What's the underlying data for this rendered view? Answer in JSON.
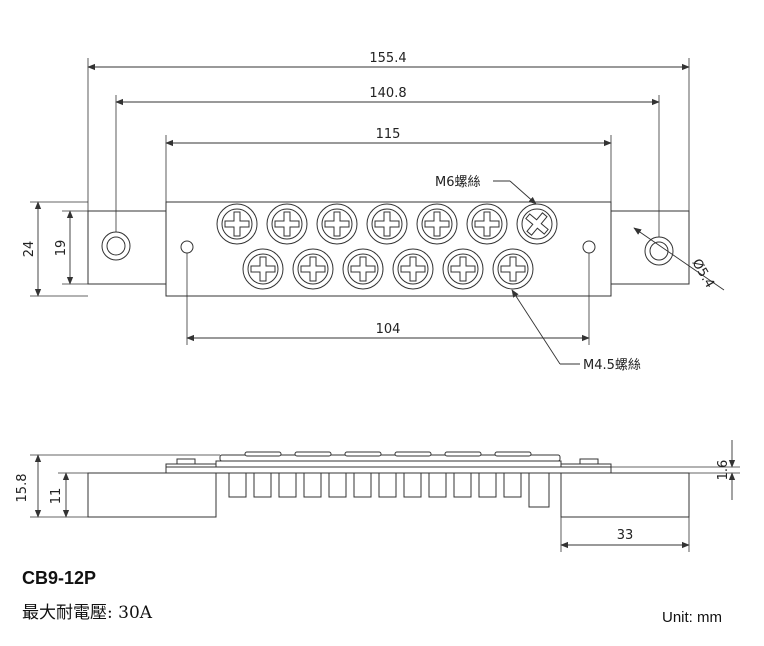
{
  "drawing": {
    "top_view": {
      "dims": {
        "overall_length": "155.4",
        "hole_spacing": "140.8",
        "body_length": "115",
        "lower_spacing": "104",
        "overall_height": "24",
        "body_height": "19",
        "hole_diameter": "Ø5.4"
      },
      "callouts": {
        "upper_screw": "M6螺絲",
        "lower_screw": "M4.5螺絲"
      },
      "upper_screw_count": 7,
      "lower_screw_count": 6
    },
    "side_view": {
      "dims": {
        "total_height": "15.8",
        "base_height": "11",
        "tab_thickness": "1.6",
        "tab_length": "33"
      }
    }
  },
  "footer": {
    "model": "CB9-12P",
    "spec": "最大耐電壓: 30A",
    "unit": "Unit: mm"
  }
}
